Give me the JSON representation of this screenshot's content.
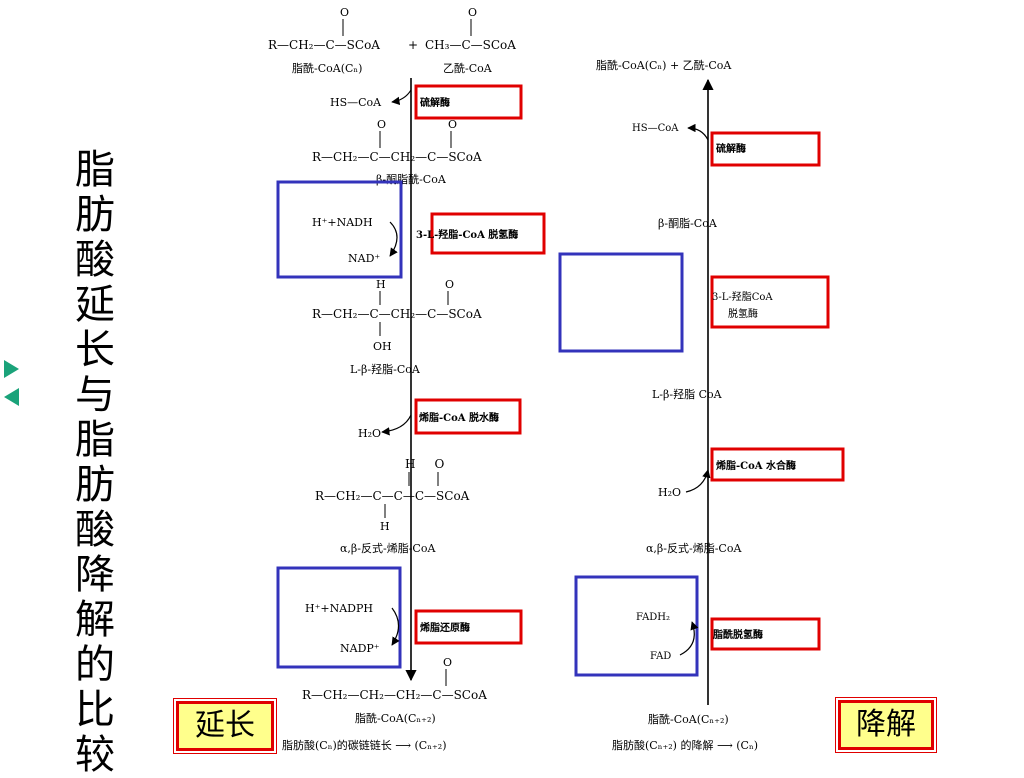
{
  "title": "脂肪酸延长与脂肪酸降解的比较",
  "badges": {
    "left": "延长",
    "right": "降解"
  },
  "elongation": {
    "reactant1": "R—CH₂—C—SCoA",
    "plus": "+",
    "reactant2": "CH₃—C—SCoA",
    "name1": "脂酰-CoA(Cₙ)",
    "name2": "乙酰-CoA",
    "hscoa": "HS—CoA",
    "enzyme1": "硫解酶",
    "ketoacyl": "R—CH₂—C—CH₂—C—SCoA",
    "ketoacyl_name": "β-酮脂酰-CoA",
    "cof1_in": "H⁺+NADH",
    "cof1_out": "NAD⁺",
    "enzyme2": "3-L-羟脂-CoA 脱氢酶",
    "h_atom": "H",
    "hydroxyacyl": "R—CH₂—C—CH₂—C—SCoA",
    "oh_group": "OH",
    "hydroxyacyl_name": "L-β-羟脂-CoA",
    "water": "H₂O",
    "enzyme3": "烯脂-CoA 脱水酶",
    "enoyl_top": "H     O",
    "enoyl": "R—CH₂—C—C—C—SCoA",
    "enoyl_bottom": "H",
    "enoyl_name": "α,β-反式-烯脂-CoA",
    "cof2_in": "H⁺+NADPH",
    "cof2_out": "NADP⁺",
    "enzyme4": "烯脂还原酶",
    "product": "R—CH₂—CH₂—CH₂—C—SCoA",
    "product_name": "脂酰-CoA(Cₙ₊₂)",
    "summary": "脂肪酸(Cₙ)的碳链链长 ⟶ (Cₙ₊₂)",
    "oxygen": "O"
  },
  "degradation": {
    "top": "脂酰-CoA(Cₙ)  +  乙酰-CoA",
    "hscoa": "HS—CoA",
    "enzyme1": "硫解酶",
    "ketoacyl_name": "β-酮脂-CoA",
    "enzyme2_line1": "3-L-羟脂CoA",
    "enzyme2_line2": "脱氢酶",
    "hydroxyacyl_name": "L-β-羟脂 CoA",
    "enzyme3": "烯脂-CoA 水合酶",
    "water": "H₂O",
    "enoyl_name": "α,β-反式-烯脂-CoA",
    "fadh2": "FADH₂",
    "fad": "FAD",
    "enzyme4": "脂酰脱氢酶",
    "bottom_name": "脂酰-CoA(Cₙ₊₂)",
    "summary": "脂肪酸(Cₙ₊₂) 的降解 ⟶ (Cₙ)"
  },
  "colors": {
    "enzyme_box": "#e00000",
    "cofactor_box": "#3333bb",
    "nav": "#1aa37a",
    "badge_bg": "#ffff8c"
  }
}
